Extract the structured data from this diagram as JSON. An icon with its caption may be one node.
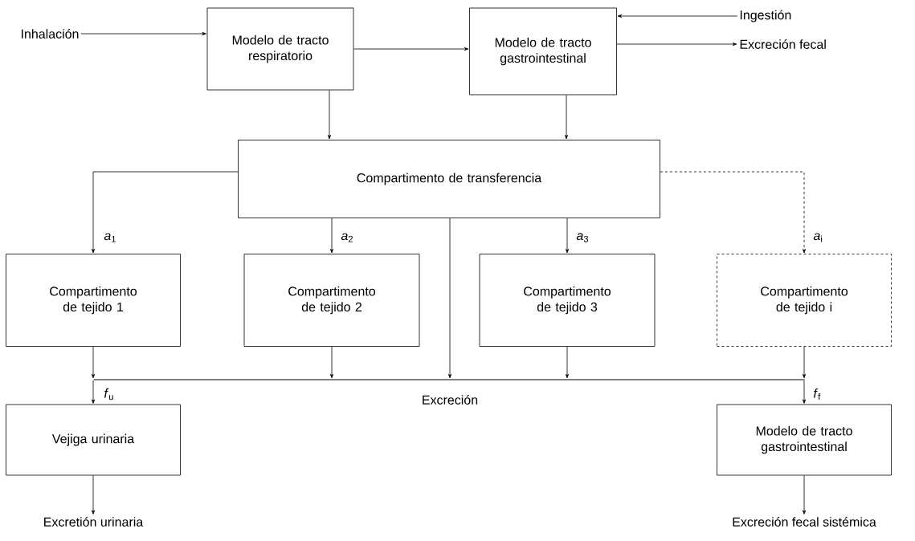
{
  "diagram": {
    "nodes": [
      {
        "text": [
          "Inhalación"
        ]
      },
      {
        "text": [
          "Modelo de tracto respiratorio"
        ]
      },
      {
        "text": [
          "Modelo de tracto gastrointestinal"
        ]
      },
      {
        "text": [
          "Ingestión"
        ]
      },
      {
        "text": [
          "Excreción fecal"
        ]
      },
      {
        "text": [
          "Compartimento de transferencia"
        ]
      },
      {
        "text": [
          "Compartimento de tejido 1"
        ]
      },
      {
        "text": [
          "Compartimento de tejido 2"
        ]
      },
      {
        "text": [
          "Compartimento de tejido 3"
        ]
      },
      {
        "text": [
          "Compartimento de tejido i"
        ]
      },
      {
        "text": [],
        "shape": "bar",
        "beside": [
          "Excreción"
        ]
      },
      {
        "text": [
          "Vejiga urinaria"
        ]
      },
      {
        "text": [
          "Modelo de tracto gastrointestinal"
        ]
      },
      {
        "text": [
          "Excretión urinaria"
        ]
      },
      {
        "text": [
          "Excreción fecal sistémica"
        ]
      }
    ],
    "edges": [
      {
        "from": 0,
        "to": 1,
        "arrow": "to"
      },
      {
        "from": 1,
        "to": 2,
        "arrow": "to"
      },
      {
        "from": 3,
        "to": 2,
        "arrow": "to"
      },
      {
        "from": 2,
        "to": 4,
        "arrow": "to"
      },
      {
        "from": 1,
        "to": 5,
        "arrow": "to"
      },
      {
        "from": 2,
        "to": 5,
        "arrow": "to"
      },
      {
        "from": 5,
        "to": 6,
        "arrow": "to",
        "label": "*a*$_{1}$"
      },
      {
        "from": 5,
        "to": 7,
        "arrow": "to",
        "label": "*a*$_{2}$"
      },
      {
        "from": 5,
        "to": 8,
        "arrow": "to",
        "label": "*a*$_{3}$"
      },
      {
        "from": 5,
        "to": 9,
        "arrow": "to",
        "label": "*a*$_{i}$",
        "style": "dashed"
      },
      {
        "from": 5,
        "to": 10,
        "arrow": "to"
      },
      {
        "from": 6,
        "to": 10,
        "arrow": "to"
      },
      {
        "from": 7,
        "to": 10,
        "arrow": "to"
      },
      {
        "from": 8,
        "to": 10,
        "arrow": "to"
      },
      {
        "from": 9,
        "to": 10,
        "arrow": "to"
      },
      {
        "from": 10,
        "to": 11,
        "arrow": "to",
        "label": "*f*$_{u}$"
      },
      {
        "from": 10,
        "to": 12,
        "arrow": "to",
        "label": "*f*$_{f}$"
      },
      {
        "from": 11,
        "to": 13,
        "arrow": "to"
      },
      {
        "from": 12,
        "to": 14,
        "arrow": "to"
      }
    ]
  }
}
